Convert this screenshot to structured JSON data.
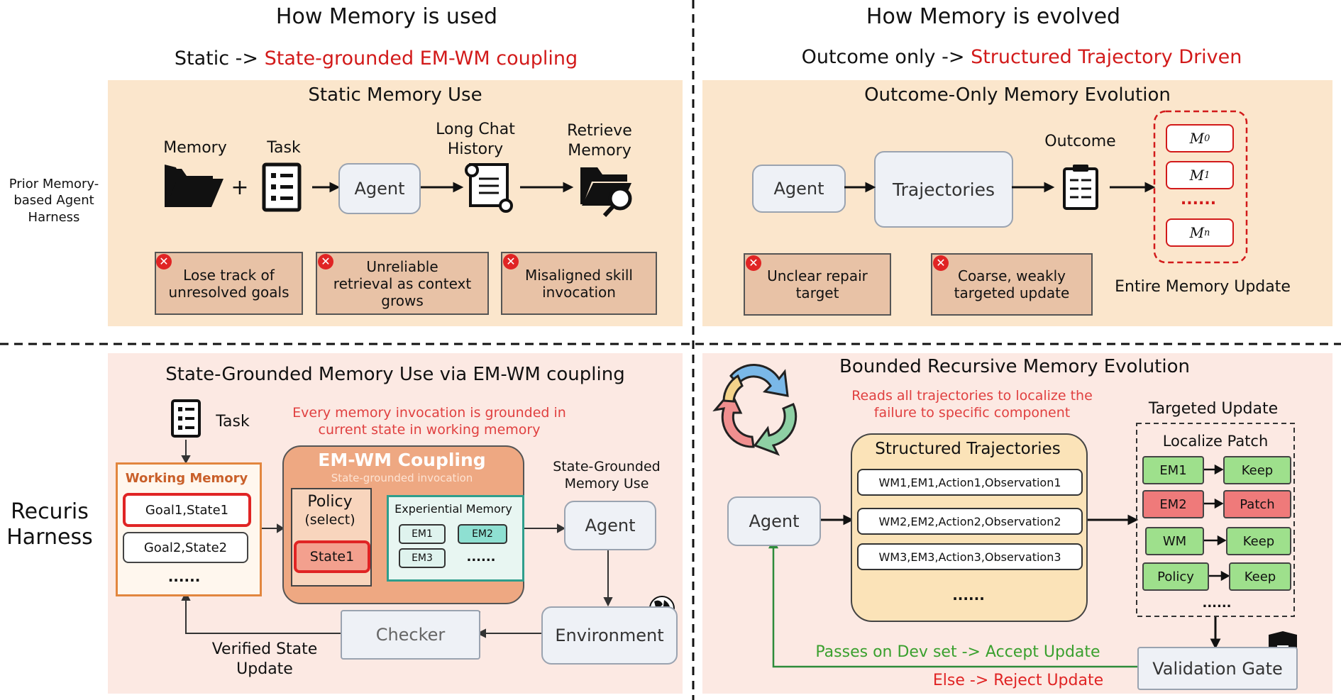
{
  "top_left": {
    "title": "How Memory is used",
    "subtitle_static": "Static ->",
    "subtitle_red": "State-grounded EM-WM coupling",
    "panel_title": "Static Memory Use",
    "labels": {
      "memory": "Memory",
      "task": "Task",
      "agent": "Agent",
      "long_chat_1": "Long Chat",
      "long_chat_2": "History",
      "retrieve_1": "Retrieve",
      "retrieve_2": "Memory",
      "plus": "+"
    },
    "issues": [
      {
        "l1": "Lose track of",
        "l2": "unresolved goals",
        "l3": ""
      },
      {
        "l1": "Unreliable",
        "l2": "retrieval as context",
        "l3": "grows"
      },
      {
        "l1": "Misaligned skill",
        "l2": "invocation",
        "l3": ""
      }
    ]
  },
  "top_right": {
    "title": "How Memory is evolved",
    "subtitle_static": "Outcome only ->",
    "subtitle_red": "Structured Trajectory Driven",
    "panel_title": "Outcome-Only Memory Evolution",
    "agent": "Agent",
    "trajectories": "Trajectories",
    "outcome": "Outcome",
    "m0": "M0",
    "m1": "M1",
    "dots": "......",
    "mn": "Mn",
    "entire_update": "Entire Memory Update",
    "issues": [
      {
        "l1": "Unclear repair",
        "l2": "target"
      },
      {
        "l1": "Coarse, weakly",
        "l2": "targeted update"
      }
    ]
  },
  "side_labels": {
    "prior_1": "Prior Memory-",
    "prior_2": "based Agent",
    "prior_3": "Harness",
    "recuris_1": "Recuris",
    "recuris_2": "Harness"
  },
  "bottom_left": {
    "panel_title": "State-Grounded Memory Use via EM-WM coupling",
    "task": "Task",
    "note_1": "Every memory invocation is grounded in",
    "note_2": "current state in working memory",
    "working_memory": "Working Memory",
    "goal1": "Goal1,State1",
    "goal2": "Goal2,State2",
    "wm_dots": "......",
    "coupling_title": "EM-WM Coupling",
    "coupling_sub": "State-grounded invocation",
    "policy": "Policy",
    "select": "(select)",
    "state1": "State1",
    "exp_memory": "Experiential Memory",
    "em1": "EM1",
    "em2": "EM2",
    "em3": "EM3",
    "em_dots": "......",
    "sg_1": "State-Grounded",
    "sg_2": "Memory Use",
    "agent": "Agent",
    "checker": "Checker",
    "environment": "Environment",
    "verified_1": "Verified State",
    "verified_2": "Update"
  },
  "bottom_right": {
    "panel_title": "Bounded Recursive Memory Evolution",
    "note_1": "Reads all trajectories to localize the",
    "note_2": "failure to specific component",
    "structured": "Structured Trajectories",
    "rows": [
      "WM1,EM1,Action1,Observation1",
      "WM2,EM2,Action2,Observation2",
      "WM3,EM3,Action3,Observation3"
    ],
    "row_dots": "......",
    "agent": "Agent",
    "targeted_update": "Targeted Update",
    "localize_patch": "Localize Patch",
    "patch_rows": [
      {
        "comp": "EM1",
        "act": "Keep"
      },
      {
        "comp": "EM2",
        "act": "Patch"
      },
      {
        "comp": "WM",
        "act": "Keep"
      },
      {
        "comp": "Policy",
        "act": "Keep"
      }
    ],
    "patch_dots": "......",
    "accept": "Passes on Dev set -> Accept Update",
    "reject": "Else -> Reject Update",
    "gate": "Validation Gate"
  }
}
